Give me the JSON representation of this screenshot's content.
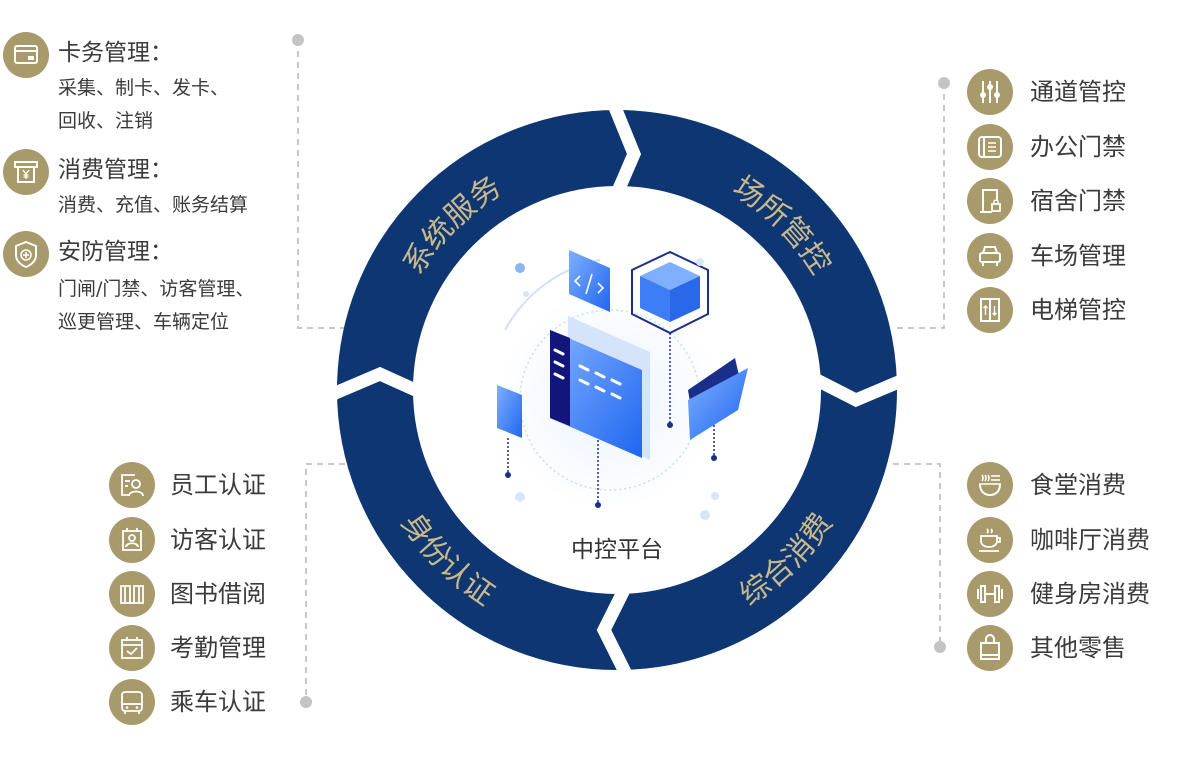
{
  "colors": {
    "navy": "#0d3673",
    "gold_text": "#c9b98a",
    "icon_bg": "#a99a6c",
    "connector": "#b5b5b5"
  },
  "ring": {
    "segments": [
      {
        "label": "系统服务"
      },
      {
        "label": "场所管控"
      },
      {
        "label": "身份认证"
      },
      {
        "label": "综合消费"
      }
    ],
    "center_label": "中控平台"
  },
  "system_services": [
    {
      "icon": "card-icon",
      "title": "卡务管理：",
      "lines": [
        "采集、制卡、发卡、",
        "回收、注销"
      ]
    },
    {
      "icon": "yuan-receipt-icon",
      "title": "消费管理：",
      "lines": [
        "消费、充值、账务结算"
      ]
    },
    {
      "icon": "shield-plus-icon",
      "title": "安防管理：",
      "lines": [
        "门闸/门禁、访客管理、",
        "巡更管理、车辆定位"
      ]
    }
  ],
  "venue_control": [
    {
      "icon": "sliders-icon",
      "label": "通道管控"
    },
    {
      "icon": "office-phone-icon",
      "label": "办公门禁"
    },
    {
      "icon": "door-lock-icon",
      "label": "宿舍门禁"
    },
    {
      "icon": "car-icon",
      "label": "车场管理"
    },
    {
      "icon": "elevator-icon",
      "label": "电梯管控"
    }
  ],
  "identity": [
    {
      "icon": "id-person-icon",
      "label": "员工认证"
    },
    {
      "icon": "visitor-badge-icon",
      "label": "访客认证"
    },
    {
      "icon": "book-icon",
      "label": "图书借阅"
    },
    {
      "icon": "calendar-check-icon",
      "label": "考勤管理"
    },
    {
      "icon": "bus-icon",
      "label": "乘车认证"
    }
  ],
  "consumption": [
    {
      "icon": "bowl-icon",
      "label": "食堂消费"
    },
    {
      "icon": "coffee-icon",
      "label": "咖啡厅消费"
    },
    {
      "icon": "dumbbell-icon",
      "label": "健身房消费"
    },
    {
      "icon": "shopping-bag-icon",
      "label": "其他零售"
    }
  ]
}
